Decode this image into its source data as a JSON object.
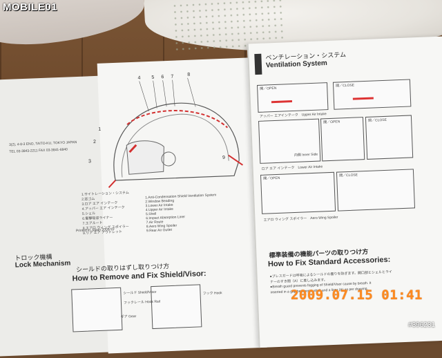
{
  "watermark_logo": "MOBILE01",
  "watermark_id": "#396231",
  "date_stamp": "2009.07.15 01:41",
  "ventilation": {
    "title_jp": "ベンチレーション・システム",
    "title_en": "Ventilation System",
    "open_label": "開／OPEN",
    "close_label": "閉／CLOSE",
    "upper_caption": "アッパー エアインテーク　Upper Air Intake",
    "inner_side": "内側 Inner Side",
    "lower_caption": "ロア エア インテーク　Lower Air Intake",
    "spoiler_caption": "エアロ ウィング スポイラー　Aero Wing Spoiler"
  },
  "helmet_numbers_top": [
    "4",
    "5",
    "6",
    "7",
    "8"
  ],
  "helmet_numbers_side": [
    "1",
    "2",
    "3",
    "9"
  ],
  "parts_list_jp": [
    "1.サイトレーション・システム",
    "2.窓ゴム",
    "3.ロア エア インテーク",
    "4.アッパー エア インテーク",
    "5.シェル",
    "6.衝撃吸収ライナー",
    "7.エアルート",
    "8.エアロ ウィング スポイラー",
    "9.リア エア アウトレット"
  ],
  "parts_list_en": [
    "1.Anti-Condensation Shield Ventilation System",
    "2.Window Beading",
    "3.Lower Air Intake",
    "4.Upper Air Intake",
    "5.Shell",
    "6.Impact Absorption Liner",
    "7.Air Route",
    "8.Aero Wing Spoiler",
    "9.Rear Air Outlet"
  ],
  "lock": {
    "title_jp": "トロック機構",
    "title_en": "Lock Mechanism"
  },
  "shield": {
    "title_jp": "シールドの取りはずし取りつけ方",
    "title_en": "How to Remove and Fix Shield/Visor:",
    "label_shield": "シールド Shield/Visor",
    "label_rail": "フックレール Hook Rail",
    "label_gear": "ギア Gear",
    "label_hook": "フック Hook"
  },
  "accessories": {
    "title_jp": "標準装備の機能パーツの取りつけ方",
    "title_en": "How to Fix Standard Accessories:",
    "line1": "●ブレスガードは呼吸によるシールドの曇りを防ぎます。開口部とシェルとライ",
    "line2": "ナーのすき間（A）に差し込みます。",
    "line3": "●Breath guard prevents fogging of Shield/Visor cause by breath. It",
    "line4": "inserted in a gap between a shell and a liner (A) as per drawing."
  },
  "left_panel_small": [
    "Printed in Japan 2009/10",
    "3(2), 4-8-3 ENO, TAITO-KU, TOKYO JAPAN",
    "TEL 03-3843-2211 FAX 03-3841-6840"
  ],
  "colors": {
    "accent_red": "#d33030",
    "stamp_orange": "#ff8a1e"
  }
}
